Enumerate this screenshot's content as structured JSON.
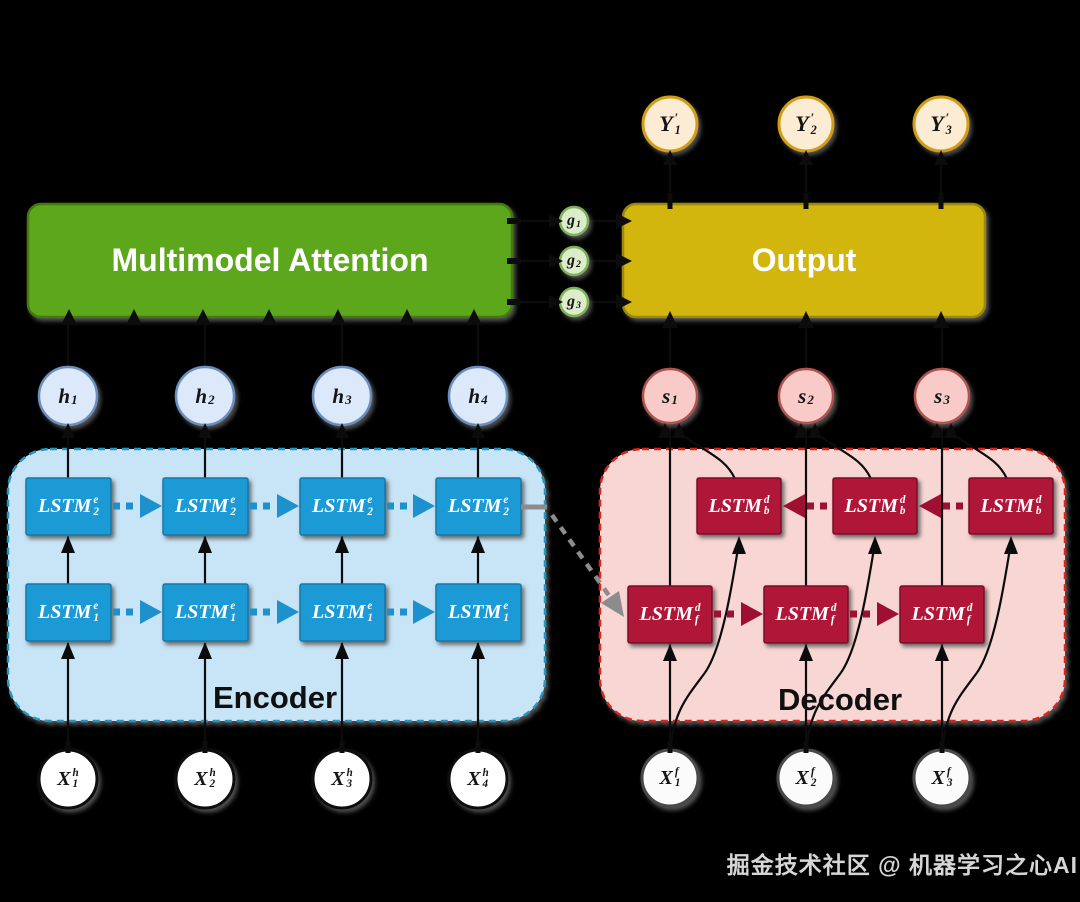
{
  "attention": {
    "label": "Multimodel Attention"
  },
  "output": {
    "label": "Output"
  },
  "encoder": {
    "label": "Encoder",
    "top_cells": [
      {
        "base": "LSTM",
        "sup": "e",
        "sub": "2"
      },
      {
        "base": "LSTM",
        "sup": "e",
        "sub": "2"
      },
      {
        "base": "LSTM",
        "sup": "e",
        "sub": "2"
      },
      {
        "base": "LSTM",
        "sup": "e",
        "sub": "2"
      }
    ],
    "bottom_cells": [
      {
        "base": "LSTM",
        "sup": "e",
        "sub": "1"
      },
      {
        "base": "LSTM",
        "sup": "e",
        "sub": "1"
      },
      {
        "base": "LSTM",
        "sup": "e",
        "sub": "1"
      },
      {
        "base": "LSTM",
        "sup": "e",
        "sub": "1"
      }
    ]
  },
  "decoder": {
    "label": "Decoder",
    "top_cells": [
      {
        "base": "LSTM",
        "sup": "d",
        "sub": "b"
      },
      {
        "base": "LSTM",
        "sup": "d",
        "sub": "b"
      },
      {
        "base": "LSTM",
        "sup": "d",
        "sub": "b"
      }
    ],
    "bottom_cells": [
      {
        "base": "LSTM",
        "sup": "d",
        "sub": "f"
      },
      {
        "base": "LSTM",
        "sup": "d",
        "sub": "f"
      },
      {
        "base": "LSTM",
        "sup": "d",
        "sub": "f"
      }
    ]
  },
  "nodes": {
    "predictions": [
      {
        "base": "Y",
        "sup": "′",
        "sub": "1"
      },
      {
        "base": "Y",
        "sup": "′",
        "sub": "2"
      },
      {
        "base": "Y",
        "sup": "′",
        "sub": "3"
      }
    ],
    "attention_context": [
      {
        "base": "g",
        "sub": "1"
      },
      {
        "base": "g",
        "sub": "2"
      },
      {
        "base": "g",
        "sub": "3"
      }
    ],
    "encoder_hidden": [
      {
        "base": "h",
        "sub": "1"
      },
      {
        "base": "h",
        "sub": "2"
      },
      {
        "base": "h",
        "sub": "3"
      },
      {
        "base": "h",
        "sub": "4"
      }
    ],
    "decoder_hidden": [
      {
        "base": "s",
        "sub": "1"
      },
      {
        "base": "s",
        "sub": "2"
      },
      {
        "base": "s",
        "sub": "3"
      }
    ],
    "encoder_inputs": [
      {
        "base": "X",
        "sup": "h",
        "sub": "1"
      },
      {
        "base": "X",
        "sup": "h",
        "sub": "2"
      },
      {
        "base": "X",
        "sup": "h",
        "sub": "3"
      },
      {
        "base": "X",
        "sup": "h",
        "sub": "4"
      }
    ],
    "decoder_inputs": [
      {
        "base": "X",
        "sup": "f",
        "sub": "1"
      },
      {
        "base": "X",
        "sup": "f",
        "sub": "2"
      },
      {
        "base": "X",
        "sup": "f",
        "sub": "3"
      }
    ]
  },
  "watermark": {
    "text": "掘金技术社区 @ 机器学习之心AI"
  },
  "colors": {
    "background": "#000000",
    "attention_fill": "#5da71f",
    "attention_border": "#44790f",
    "output_fill": "#d3b60b",
    "output_border": "#9c870a",
    "encoder_container_fill": "#c7e5f6",
    "encoder_container_border": "#2596be",
    "encoder_cell_fill": "#1e9ad6",
    "decoder_container_fill": "#f8d6d3",
    "decoder_container_border": "#d8281e",
    "decoder_cell_fill": "#b01238",
    "prediction_fill": "#fcecd4",
    "prediction_border": "#d29d13",
    "context_fill": "#dcedca",
    "context_border": "#7fb05c",
    "encoder_hidden_fill": "#dbe9fb",
    "encoder_hidden_border": "#6c8ebf",
    "decoder_hidden_fill": "#f8cbc9",
    "decoder_hidden_border": "#b1524e",
    "encoder_recurrence_arrow": "#1d91cd",
    "decoder_recurrence_arrow": "#9e1030",
    "context_transfer_arrow": "#8c8c8c",
    "connector": "#0c0c0c"
  }
}
